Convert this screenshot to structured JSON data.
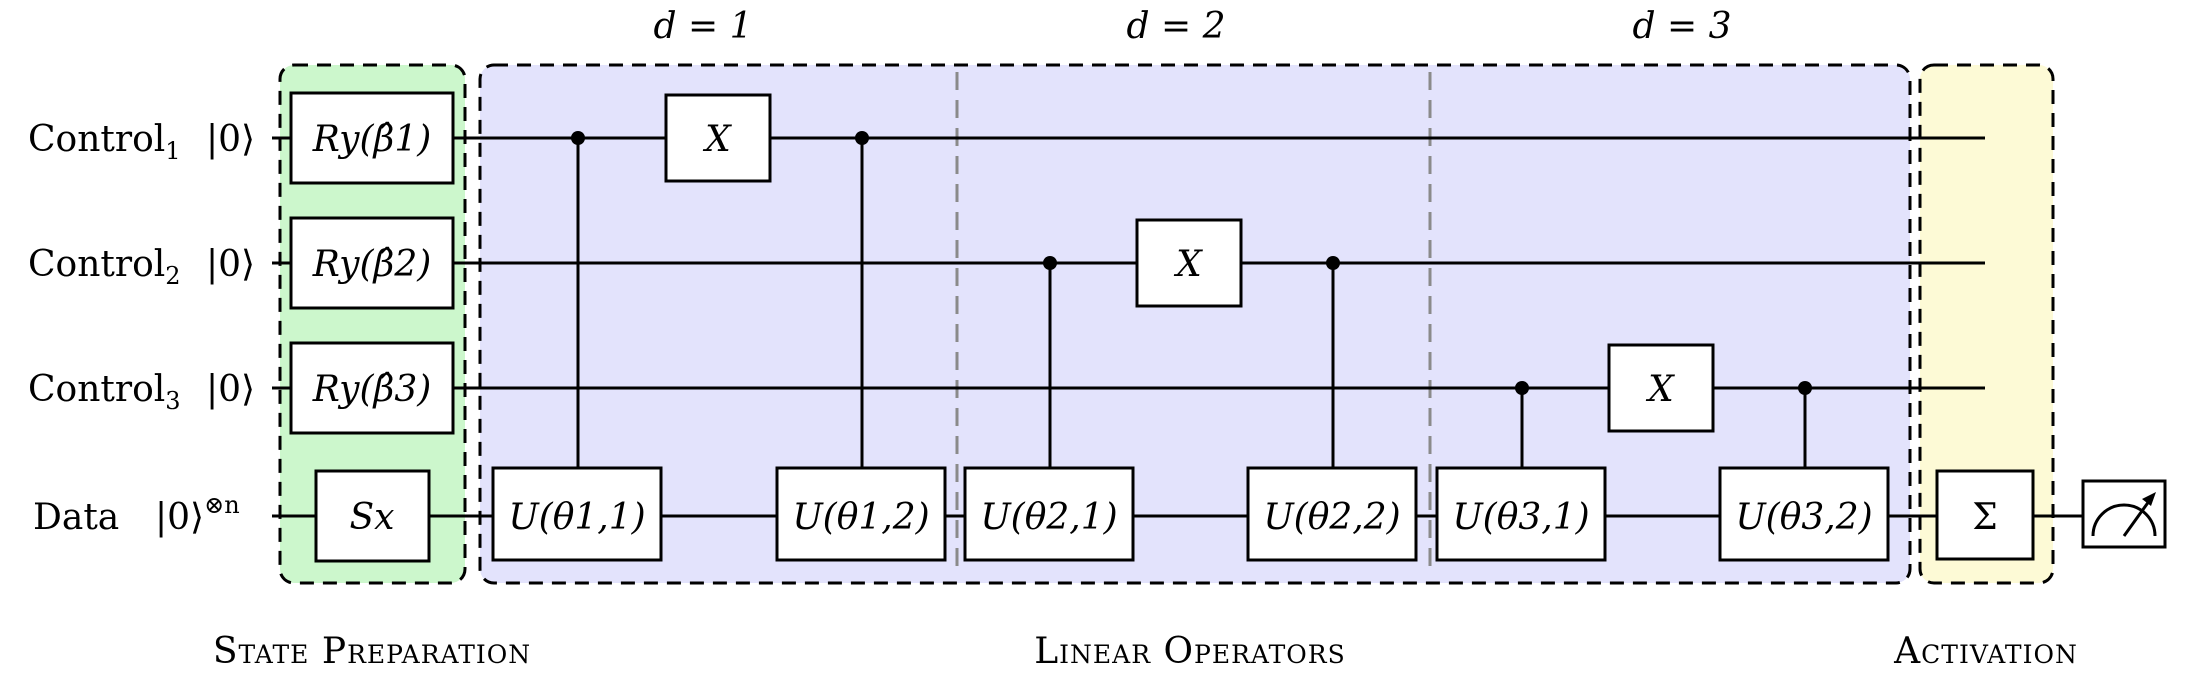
{
  "colors": {
    "state_prep_fill": "#ccf7cc",
    "linear_fill": "#e3e3fc",
    "activation_fill": "#fdfad6",
    "wire": "#000000",
    "divider": "#8a8a8a"
  },
  "depth_labels": [
    "d = 1",
    "d = 2",
    "d = 3"
  ],
  "qubits": [
    {
      "name": "Control",
      "sub": "1",
      "ket": "|0⟩",
      "sup": "",
      "prep_gate": "Ry(β̂1)"
    },
    {
      "name": "Control",
      "sub": "2",
      "ket": "|0⟩",
      "sup": "",
      "prep_gate": "Ry(β̂2)"
    },
    {
      "name": "Control",
      "sub": "3",
      "ket": "|0⟩",
      "sup": "",
      "prep_gate": "Ry(β̂3)"
    },
    {
      "name": "Data",
      "sub": "",
      "ket": "|0⟩",
      "sup": "⊗n",
      "prep_gate": "Sx"
    }
  ],
  "x_gates": [
    "X",
    "X",
    "X"
  ],
  "unitaries": [
    [
      "U(θ1,1)",
      "U(θ1,2)"
    ],
    [
      "U(θ2,1)",
      "U(θ2,2)"
    ],
    [
      "U(θ3,1)",
      "U(θ3,2)"
    ]
  ],
  "activation_gate": "Σ",
  "measure_icon": "meter-icon",
  "sections": {
    "state_prep": "State Preparation",
    "linear": "Linear Operators",
    "activation": "Activation"
  }
}
